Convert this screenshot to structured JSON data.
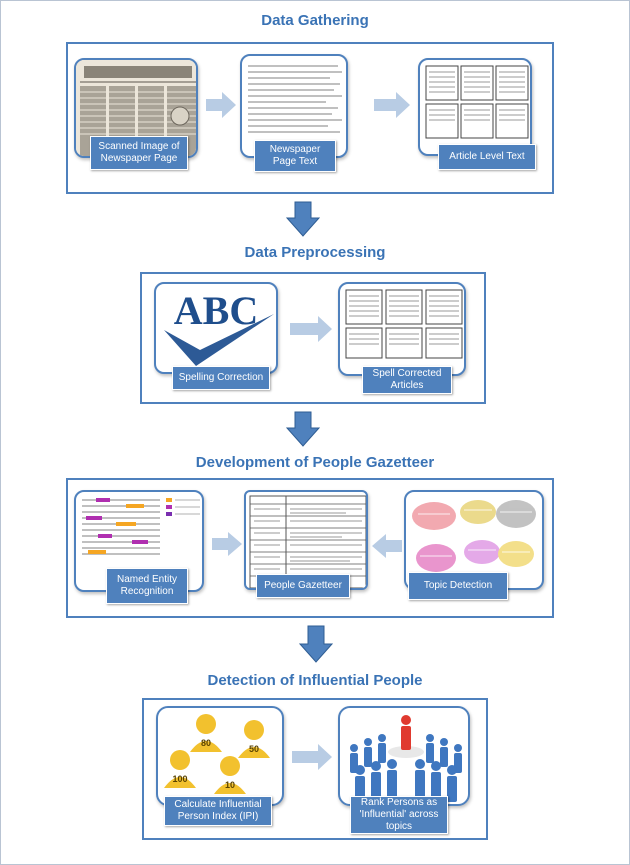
{
  "stages": [
    {
      "title": "Data Gathering",
      "steps": [
        "Scanned Image of Newspaper Page",
        "Newspaper Page Text",
        "Article Level Text"
      ]
    },
    {
      "title": "Data Preprocessing",
      "steps": [
        "Spelling Correction",
        "Spell Corrected Articles"
      ],
      "logo_text": "ABC"
    },
    {
      "title": "Development of People Gazetteer",
      "steps": [
        "Named  Entity Recognition",
        "People Gazetteer",
        "Topic Detection"
      ]
    },
    {
      "title": "Detection of Influential People",
      "steps": [
        "Calculate Influential Person Index (IPI)",
        "Rank Persons as 'Influential' across topics"
      ],
      "ipi_values": [
        "80",
        "50",
        "100",
        "10"
      ]
    }
  ],
  "colors": {
    "title": "#3a73b5",
    "accent": "#4f81bd",
    "flow_arrow": "#b8cce4",
    "down_arrow": "#4f81bd",
    "person": "#f2c12e",
    "crowd": "#3f77c0",
    "leader": "#e03a2f"
  }
}
